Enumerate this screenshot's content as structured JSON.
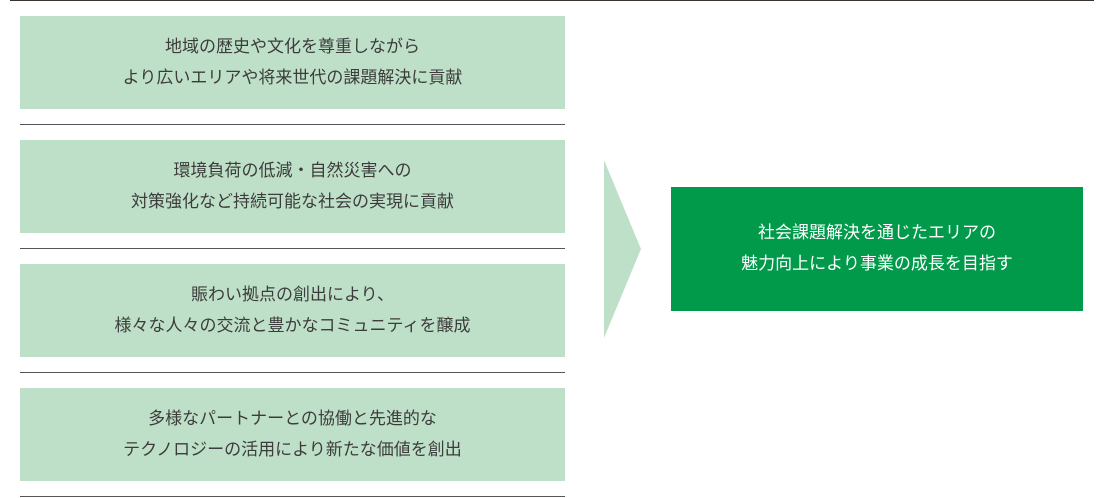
{
  "items": [
    {
      "line1": "地域の歴史や文化を尊重しながら",
      "line2": "より広いエリアや将来世代の課題解決に貢献"
    },
    {
      "line1": "環境負荷の低減・自然災害への",
      "line2": "対策強化など持続可能な社会の実現に貢献"
    },
    {
      "line1": "賑わい拠点の創出により、",
      "line2": "様々な人々の交流と豊かなコミュニティを醸成"
    },
    {
      "line1": "多様なパートナーとの協働と先進的な",
      "line2": "テクノロジーの活用により新たな価値を創出"
    }
  ],
  "goal": {
    "line1": "社会課題解決を通じたエリアの",
    "line2": "魅力向上により事業の成長を目指す"
  },
  "colors": {
    "item_bg": "#bfe0c8",
    "goal_bg": "#009a4a",
    "arrow": "#bfe0c8"
  }
}
